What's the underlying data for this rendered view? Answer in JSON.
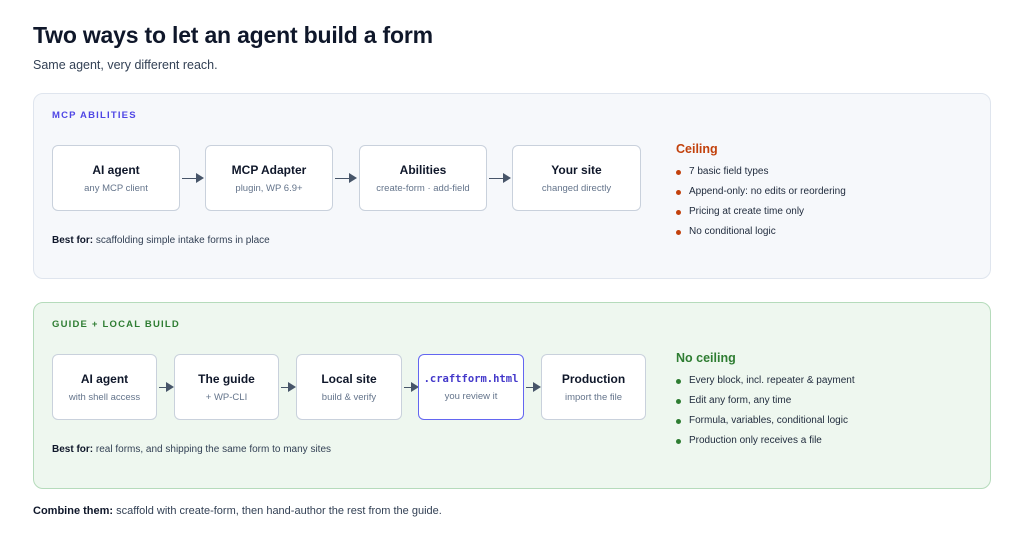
{
  "title": "Two ways to let an agent build a form",
  "subtitle": "Same agent, very different reach.",
  "mcp": {
    "label": "MCP ABILITIES",
    "nodes": [
      {
        "title": "AI agent",
        "sub": "any MCP client"
      },
      {
        "title": "MCP Adapter",
        "sub": "plugin, WP 6.9+"
      },
      {
        "title": "Abilities",
        "sub": "create-form · add-field"
      },
      {
        "title": "Your site",
        "sub": "changed directly"
      }
    ],
    "best_for_label": "Best for:",
    "best_for_text": "scaffolding simple intake forms in place",
    "ceiling_title": "Ceiling",
    "ceiling_items": [
      "7 basic field types",
      "Append-only: no edits or reordering",
      "Pricing at create time only",
      "No conditional logic"
    ],
    "accent": "#c2410c"
  },
  "guide": {
    "label": "GUIDE + LOCAL BUILD",
    "nodes": [
      {
        "title": "AI agent",
        "sub": "with shell access"
      },
      {
        "title": "The guide",
        "sub": "+ WP-CLI"
      },
      {
        "title": "Local site",
        "sub": "build & verify"
      },
      {
        "title": ".craftform.html",
        "sub": "you review it"
      },
      {
        "title": "Production",
        "sub": "import the file"
      }
    ],
    "best_for_label": "Best for:",
    "best_for_text": "real forms, and shipping the same form to many sites",
    "ceiling_title": "No ceiling",
    "ceiling_items": [
      "Every block, incl. repeater & payment",
      "Edit any form, any time",
      "Formula, variables, conditional logic",
      "Production only receives a file"
    ],
    "accent": "#2e7d32"
  },
  "footer": {
    "label": "Combine them:",
    "text": "scaffold with create-form, then hand-author the rest from the guide."
  },
  "colors": {
    "mcp_label": "#4f46e5",
    "highlight_border": "#6366f1",
    "mcp_panel_bg": "#f6f8fb",
    "guide_panel_bg": "#eef7ef"
  }
}
